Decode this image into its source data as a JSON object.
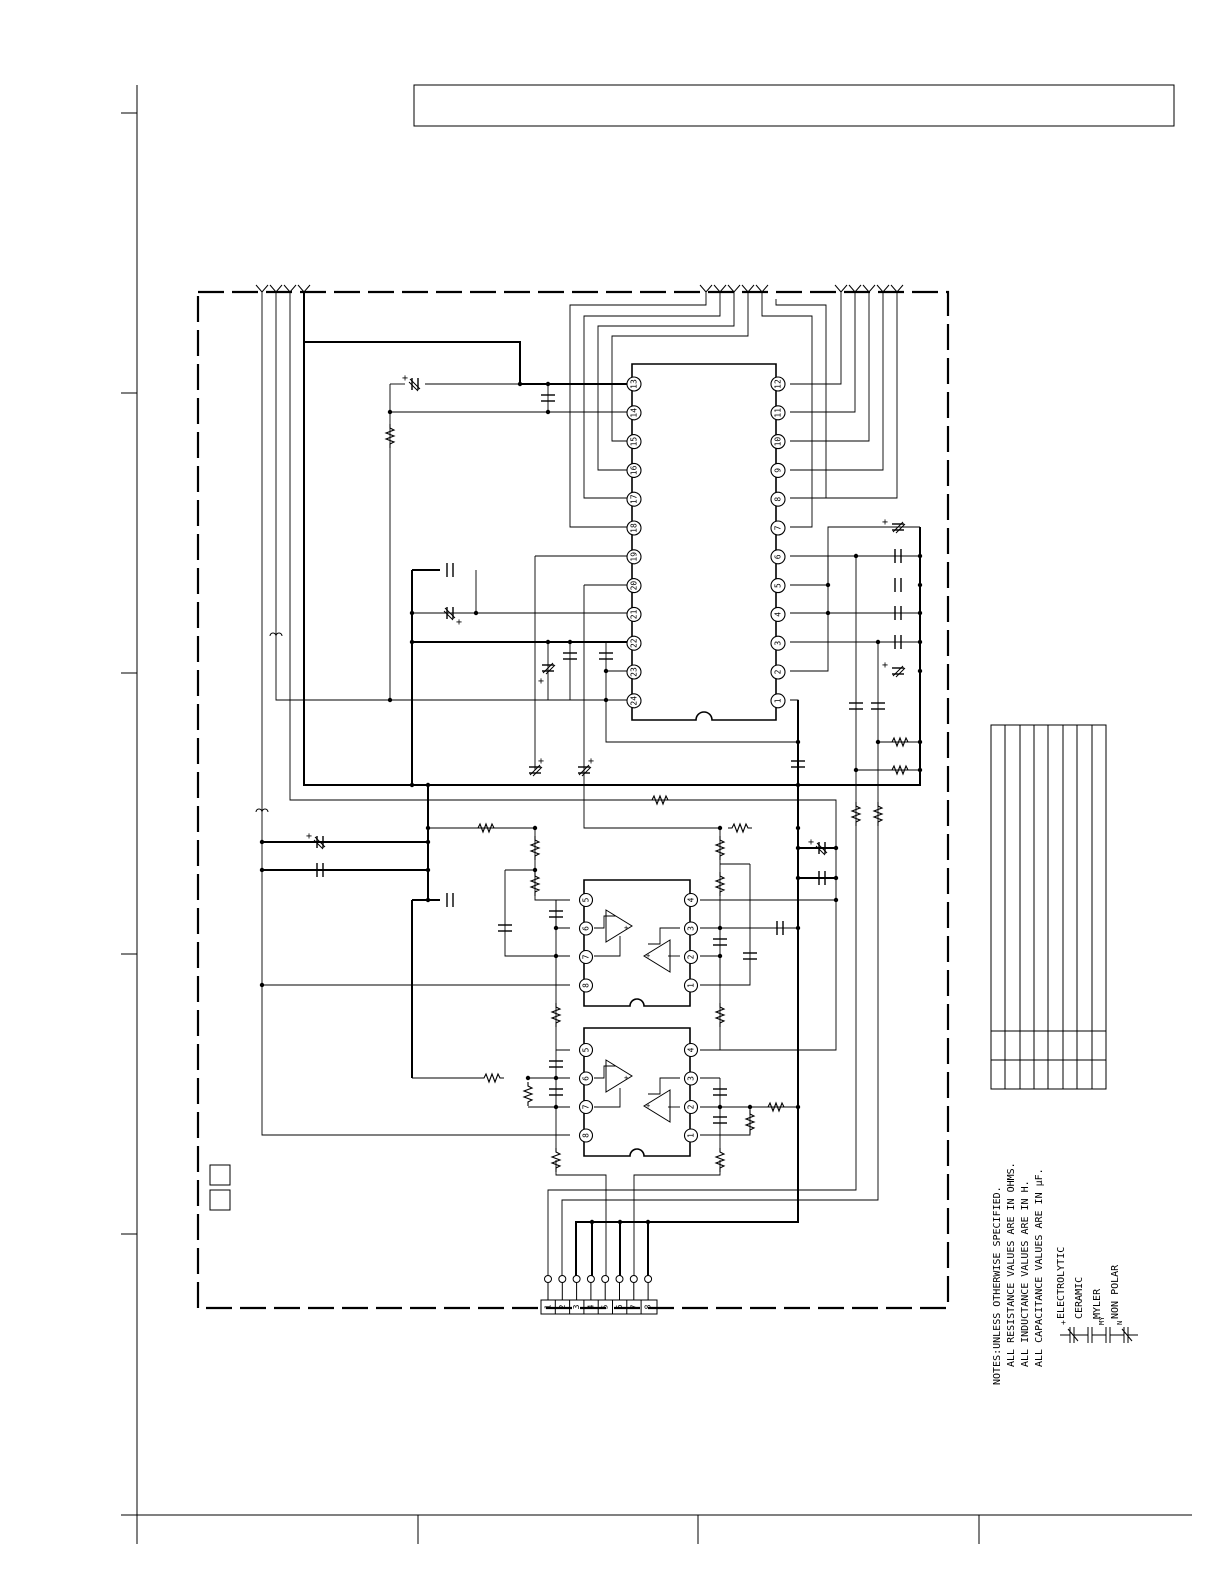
{
  "ic_main": {
    "left_pins": [
      "13",
      "14",
      "15",
      "16",
      "17",
      "18",
      "19",
      "20",
      "21",
      "22",
      "23",
      "24"
    ],
    "right_pins": [
      "12",
      "11",
      "10",
      "9",
      "8",
      "7",
      "6",
      "5",
      "4",
      "3",
      "2",
      "1"
    ]
  },
  "ic_opamp": {
    "left_pins": [
      "5",
      "6",
      "7",
      "8"
    ],
    "right_pins": [
      "4",
      "3",
      "2",
      "1"
    ]
  },
  "connector": {
    "pins": [
      "1",
      "2",
      "3",
      "4",
      "5",
      "6",
      "7",
      "8"
    ]
  },
  "notes": {
    "lines": [
      "NOTES:UNLESS OTHERWISE SPECIFIED.",
      "ALL RESISTANCE VALUES ARE IN OHMS.",
      "ALL INDUCTANCE VALUES ARE IN H.",
      "ALL CAPACITANCE VALUES ARE IN μF."
    ],
    "legend": {
      "electrolytic": "ELECTROLYTIC",
      "ceramic": "CERAMIC",
      "myler": "MYLER",
      "non_polar": "NON POLAR",
      "my_mark": "MY",
      "n_mark": "N",
      "plus_mark": "+"
    }
  }
}
